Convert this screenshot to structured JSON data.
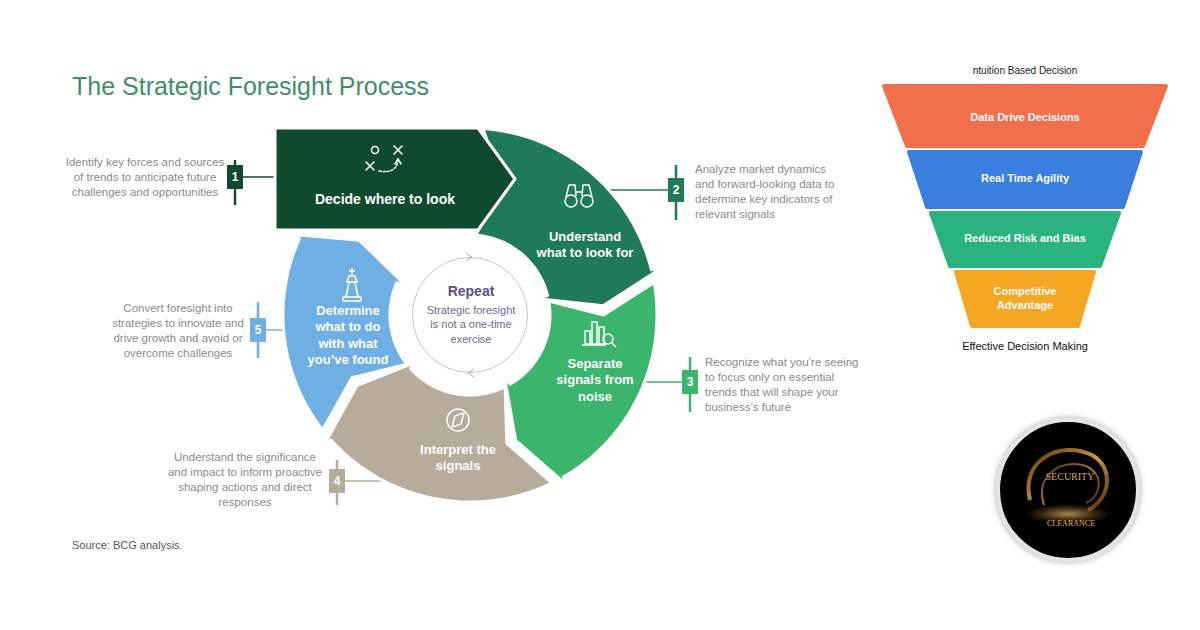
{
  "diagram": {
    "title": "The Strategic Foresight Process",
    "caption": "Source: BCG analysis.",
    "nodes": [
      {
        "text": [
          "Decide where to look"
        ]
      },
      {
        "text": [
          "Understand what to look for"
        ]
      },
      {
        "text": [
          "Separate signals from noise"
        ]
      },
      {
        "text": [
          "Interpret the signals"
        ]
      },
      {
        "text": [
          "Determine what to do with what you’ve found"
        ]
      },
      {
        "text": [
          "Repeat",
          "Strategic foresight is not a one-time exercise"
        ]
      },
      {
        "text": [
          "1"
        ]
      },
      {
        "text": [
          "2"
        ]
      },
      {
        "text": [
          "3"
        ]
      },
      {
        "text": [
          "4"
        ]
      },
      {
        "text": [
          "5"
        ]
      },
      {
        "text": [
          "Data Drive Decisions"
        ]
      },
      {
        "text": [
          "Real Time Agility"
        ]
      },
      {
        "text": [
          "Reduced Risk and Bias"
        ]
      },
      {
        "text": [
          "Competitive Advantage"
        ]
      },
      {
        "text": [
          "SECURITY",
          "CLEARANCE"
        ]
      }
    ],
    "edges": [
      {
        "from": 6,
        "to": 0,
        "arrow": "none"
      },
      {
        "from": 7,
        "to": 1,
        "arrow": "none"
      },
      {
        "from": 8,
        "to": 2,
        "arrow": "none"
      },
      {
        "from": 9,
        "to": 3,
        "arrow": "none"
      },
      {
        "from": 10,
        "to": 4,
        "arrow": "none"
      }
    ],
    "labels": [
      "Identify key forces and sources of trends to anticipate future challenges and opportunities",
      "Analyze market dynamics and forward-looking data to determine key indicators of relevant signals",
      "Recognize what you’re seeing to focus only on essential trends that will shape your business’s future",
      "Understand the significance and impact to inform proactive shaping actions and direct responses",
      "Convert foresight into strategies to innovate and drive growth and avoid or overcome challenges",
      "ntuition Based Decision",
      "Effective Decision Making"
    ]
  }
}
